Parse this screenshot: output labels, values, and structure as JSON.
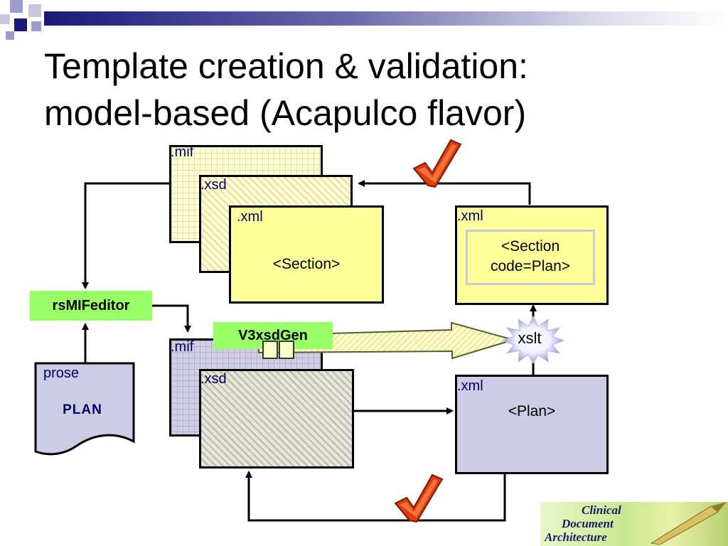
{
  "slide": {
    "title_line1": "Template creation & validation:",
    "title_line2": "model-based (Acapulco flavor)"
  },
  "top_stack": {
    "mif_label": ".mif",
    "xsd_label": ".xsd",
    "xml_label": ".xml",
    "xml_content": "<Section>"
  },
  "right_top": {
    "xml_label": ".xml",
    "inner_line1": "<Section",
    "inner_line2": "code=Plan>"
  },
  "editor": {
    "label": "rsMIFeditor"
  },
  "generator": {
    "label": "V3xsdGen"
  },
  "xslt": {
    "label": "xslt"
  },
  "bottom_stack": {
    "mif_label": ".mif",
    "xsd_label": ".xsd"
  },
  "right_bottom": {
    "xml_label": ".xml",
    "content": "<Plan>"
  },
  "prose_doc": {
    "label": "prose",
    "content": "PLAN"
  },
  "logo": {
    "line1": "Clinical",
    "line2": "Document",
    "line3": "Architecture"
  },
  "colors": {
    "accent_navy": "#1a1a7a",
    "green_box": "#99ff66",
    "check_red": "#e03a10"
  }
}
